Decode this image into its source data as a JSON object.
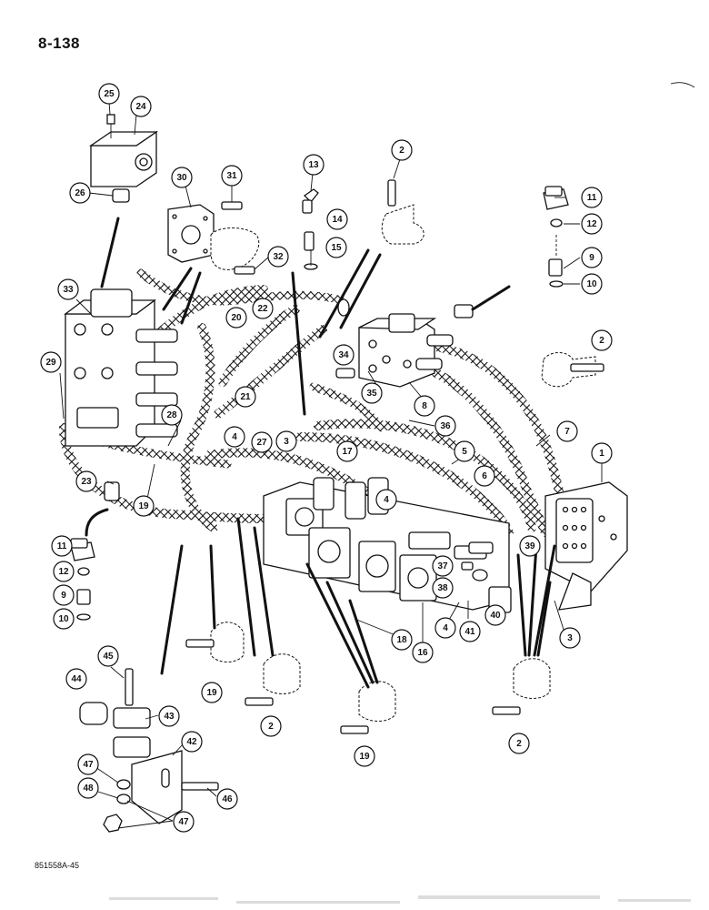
{
  "page": {
    "number": "8-138",
    "doc_code": "851558A-45"
  },
  "callouts": [
    {
      "id": "c25",
      "label": "25"
    },
    {
      "id": "c24",
      "label": "24"
    },
    {
      "id": "c26",
      "label": "26"
    },
    {
      "id": "c30",
      "label": "30"
    },
    {
      "id": "c31",
      "label": "31"
    },
    {
      "id": "c32",
      "label": "32"
    },
    {
      "id": "c13",
      "label": "13"
    },
    {
      "id": "c14",
      "label": "14"
    },
    {
      "id": "c15",
      "label": "15"
    },
    {
      "id": "c2a",
      "label": "2"
    },
    {
      "id": "c11a",
      "label": "11"
    },
    {
      "id": "c12a",
      "label": "12"
    },
    {
      "id": "c9a",
      "label": "9"
    },
    {
      "id": "c10a",
      "label": "10"
    },
    {
      "id": "c33",
      "label": "33"
    },
    {
      "id": "c20",
      "label": "20"
    },
    {
      "id": "c22",
      "label": "22"
    },
    {
      "id": "c29",
      "label": "29"
    },
    {
      "id": "c34",
      "label": "34"
    },
    {
      "id": "c2b",
      "label": "2"
    },
    {
      "id": "c21",
      "label": "21"
    },
    {
      "id": "c35",
      "label": "35"
    },
    {
      "id": "c8",
      "label": "8"
    },
    {
      "id": "c7",
      "label": "7"
    },
    {
      "id": "c36",
      "label": "36"
    },
    {
      "id": "c28",
      "label": "28"
    },
    {
      "id": "c4a",
      "label": "4"
    },
    {
      "id": "c27",
      "label": "27"
    },
    {
      "id": "c3a",
      "label": "3"
    },
    {
      "id": "c17",
      "label": "17"
    },
    {
      "id": "c5",
      "label": "5"
    },
    {
      "id": "c1",
      "label": "1"
    },
    {
      "id": "c6",
      "label": "6"
    },
    {
      "id": "c23",
      "label": "23"
    },
    {
      "id": "c19a",
      "label": "19"
    },
    {
      "id": "c4b",
      "label": "4"
    },
    {
      "id": "c11b",
      "label": "11"
    },
    {
      "id": "c39",
      "label": "39"
    },
    {
      "id": "c37",
      "label": "37"
    },
    {
      "id": "c12b",
      "label": "12"
    },
    {
      "id": "c38",
      "label": "38"
    },
    {
      "id": "c9b",
      "label": "9"
    },
    {
      "id": "c40",
      "label": "40"
    },
    {
      "id": "c10b",
      "label": "10"
    },
    {
      "id": "c4c",
      "label": "4"
    },
    {
      "id": "c41",
      "label": "41"
    },
    {
      "id": "c3b",
      "label": "3"
    },
    {
      "id": "c16",
      "label": "16"
    },
    {
      "id": "c18",
      "label": "18"
    },
    {
      "id": "c45",
      "label": "45"
    },
    {
      "id": "c44",
      "label": "44"
    },
    {
      "id": "c19b",
      "label": "19"
    },
    {
      "id": "c2c",
      "label": "2"
    },
    {
      "id": "c43",
      "label": "43"
    },
    {
      "id": "c19c",
      "label": "19"
    },
    {
      "id": "c2d",
      "label": "2"
    },
    {
      "id": "c42",
      "label": "42"
    },
    {
      "id": "c47a",
      "label": "47"
    },
    {
      "id": "c48",
      "label": "48"
    },
    {
      "id": "c46",
      "label": "46"
    },
    {
      "id": "c47b",
      "label": "47"
    }
  ],
  "colors": {
    "ink": "#111111",
    "paper": "#ffffff"
  },
  "icons": {
    "hose": "braided-hose-icon",
    "fitting": "elbow-fitting-icon",
    "valve": "control-valve-icon",
    "bolt": "bolt-icon",
    "clamp": "clamp-icon"
  }
}
